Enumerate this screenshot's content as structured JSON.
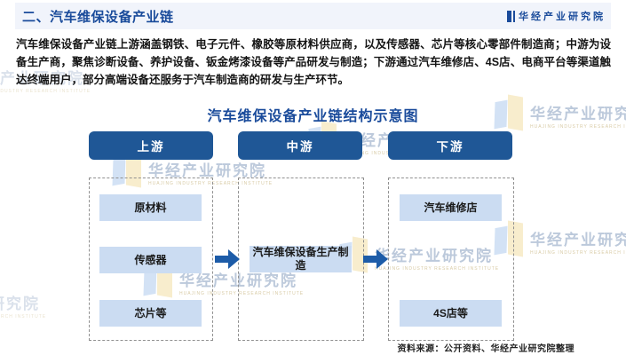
{
  "header": {
    "title": "二、汽车维保设备产业链",
    "brand": "华经产业研究院"
  },
  "intro": {
    "text": "汽车维保设备产业链上游涵盖钢铁、电子元件、橡胶等原材料供应商，以及传感器、芯片等核心零部件制造商；中游为设备生产商，聚焦诊断设备、养护设备、钣金烤漆设备等产品研发与制造；下游通过汽车维修店、4S店、电商平台等渠道触达终端用户，部分高端设备还服务于汽车制造商的研发与生产环节。"
  },
  "diagram": {
    "title": "汽车维保设备产业链结构示意图",
    "columns": [
      {
        "stage": "上游",
        "items": [
          "原材料",
          "传感器",
          "芯片等"
        ]
      },
      {
        "stage": "中游",
        "items": [
          "汽车维保设备生产制造"
        ]
      },
      {
        "stage": "下游",
        "items": [
          "汽车维修店",
          "4S店等"
        ]
      }
    ]
  },
  "footer": {
    "source": "资料来源：公开资料、华经产业研究院整理"
  },
  "watermark": {
    "text": "华经产业研究院",
    "subtext": "HUAJING INDUSTRY RESEARCH INSTITUTE"
  },
  "colors": {
    "accent_blue": "#1a4b9b",
    "pill_blue": "#1f5796",
    "node_light_blue": "#cbdcf2",
    "arrow_blue": "#1d5ca8",
    "band_background": "#f1f4fb",
    "dashed_border": "#909090"
  }
}
